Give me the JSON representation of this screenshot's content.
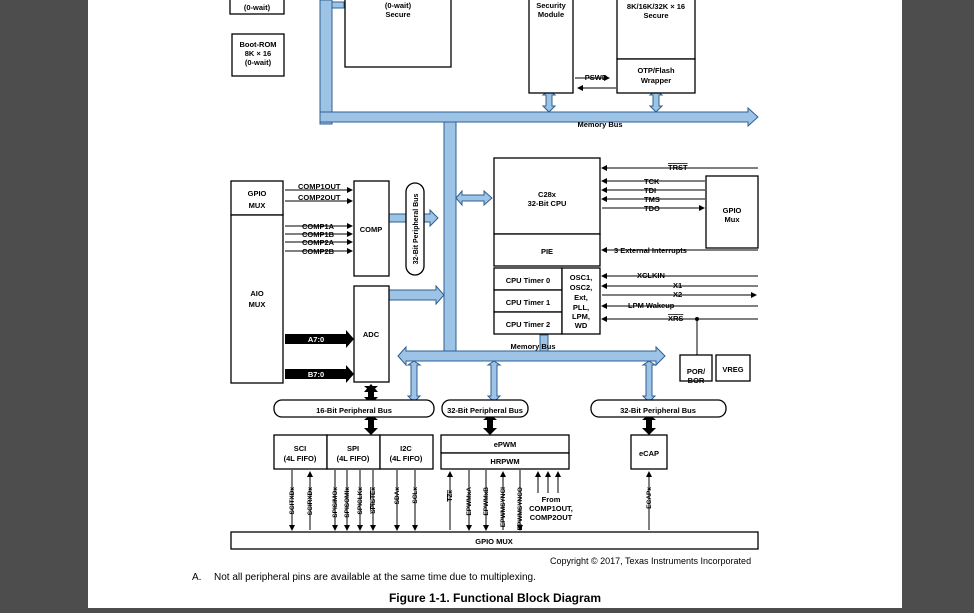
{
  "diagram": {
    "top_blocks": {
      "wait_partial": "(0-wait)",
      "secure_block": [
        "(0-wait)",
        "Secure"
      ],
      "security_module": [
        "Security",
        "Module"
      ],
      "flash_partial": [
        "8K/16K/32K × 16",
        "Secure"
      ],
      "boot_rom": [
        "Boot-ROM",
        "8K × 16",
        "(0-wait)"
      ],
      "otp_wrapper": [
        "OTP/Flash",
        "Wrapper"
      ],
      "pswd": "PSWD"
    },
    "memory_bus_top": "Memory Bus",
    "memory_bus_mid": "Memory Bus",
    "cpu": {
      "title": [
        "C28x",
        "32-Bit CPU"
      ],
      "pie": "PIE"
    },
    "timers": [
      "CPU Timer 0",
      "CPU Timer 1",
      "CPU Timer 2"
    ],
    "osc_block": [
      "OSC1,",
      "OSC2,",
      "Ext,",
      "PLL,",
      "LPM,",
      "WD"
    ],
    "jtag_signals": [
      "TRST",
      "TCK",
      "TDI",
      "TMS",
      "TDO"
    ],
    "gpio_mux_right": [
      "GPIO",
      "Mux"
    ],
    "external_interrupts": "3 External Interrupts",
    "clock_signals": [
      "XCLKIN",
      "X1",
      "X2"
    ],
    "lpm_wakeup": "LPM Wakeup",
    "xrs": "XRS",
    "por_bor": [
      "POR/",
      "BOR"
    ],
    "vreg": "VREG",
    "gpio_mux_left": [
      "GPIO",
      "MUX"
    ],
    "aio_mux": [
      "AIO",
      "MUX"
    ],
    "comp_outputs": [
      "COMP1OUT",
      "COMP2OUT"
    ],
    "comp_inputs": [
      "COMP1A",
      "COMP1B",
      "COMP2A",
      "COMP2B"
    ],
    "comp": "COMP",
    "adc": "ADC",
    "adc_inputs": [
      "A7:0",
      "B7:0"
    ],
    "vertical_bus": "32-Bit Peripheral Bus",
    "peripheral_buses": [
      "16-Bit Peripheral Bus",
      "32-Bit Peripheral Bus",
      "32-Bit Peripheral Bus"
    ],
    "sci": [
      "SCI",
      "(4L FIFO)"
    ],
    "spi": [
      "SPI",
      "(4L FIFO)"
    ],
    "i2c": [
      "I2C",
      "(4L FIFO)"
    ],
    "epwm": "ePWM",
    "hrpwm": "HRPWM",
    "ecap": "eCAP",
    "pin_labels": [
      "SCITXDx",
      "SCIRXDx",
      "SPISIMOx",
      "SPISOMIx",
      "SPICLKx",
      "SPISTEx",
      "SDAx",
      "SCLx",
      "TZx",
      "EPWMxA",
      "EPWMxB",
      "EPWMSYNCI",
      "EPWMSYNCO",
      "ECAPx"
    ],
    "from_comp": [
      "From",
      "COMP1OUT,",
      "COMP2OUT"
    ],
    "gpio_mux_bottom": "GPIO MUX"
  },
  "copyright": "Copyright © 2017, Texas Instruments Incorporated",
  "footnote": {
    "marker": "A.",
    "text": "Not all peripheral pins are available at the same time due to multiplexing."
  },
  "caption": "Figure 1-1. Functional Block Diagram",
  "colors": {
    "bus_fill": "#9dc3e6",
    "bus_stroke": "#2f5f8f"
  }
}
